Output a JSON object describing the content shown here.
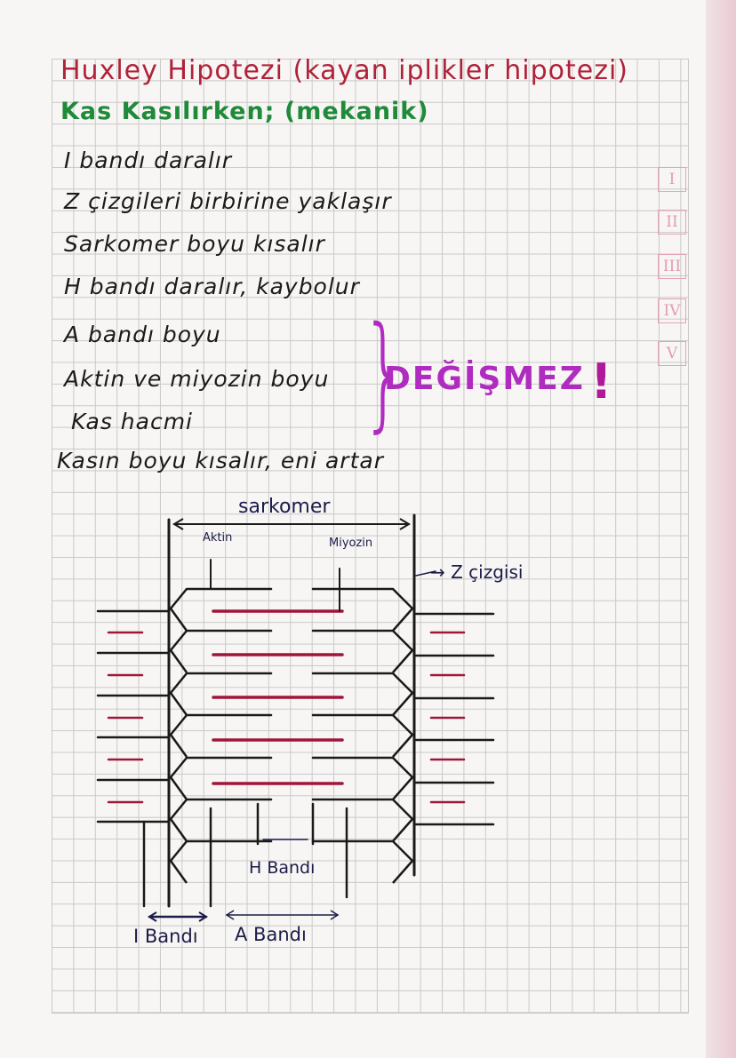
{
  "title": "Huxley Hipotezi (kayan iplikler hipotezi)",
  "subtitle": "Kas Kasılırken; (mekanik)",
  "lines": [
    "I bandı daralır",
    "Z çizgileri birbirine yaklaşır",
    "Sarkomer boyu kısalır",
    "H bandı daralır, kaybolur",
    "A bandı boyu",
    "Aktin ve miyozin boyu",
    "Kas hacmi",
    "Kasın boyu kısalır, eni artar"
  ],
  "unchanged_label": "DEĞİŞMEZ",
  "exclamation": "!",
  "margin_numerals": [
    "I",
    "II",
    "III",
    "IV",
    "V"
  ],
  "diagram": {
    "sarkomer": "sarkomer",
    "aktin": "Aktin",
    "miyozin": "Miyozin",
    "z_line": "→ Z çizgisi",
    "h_band": "H Bandı",
    "i_band": "I Bandı",
    "a_band": "A Bandı"
  },
  "colors": {
    "title": "#b0223a",
    "subtitle": "#1f8a3a",
    "emphasis": "#b02cc0",
    "myosin": "#a0163a",
    "ink": "#1a1a1a"
  }
}
